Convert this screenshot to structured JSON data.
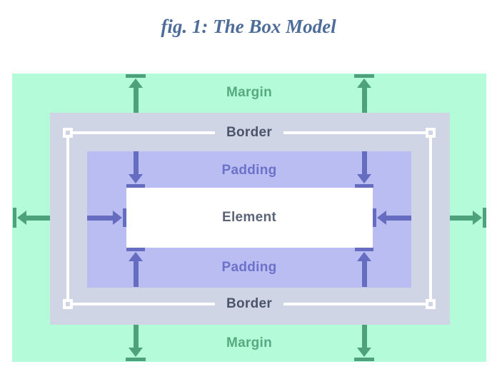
{
  "title": {
    "text": "fig. 1: The Box Model"
  },
  "layers": {
    "margin": {
      "label": "Margin"
    },
    "border": {
      "label": "Border"
    },
    "padding": {
      "label": "Padding"
    },
    "element": {
      "label": "Element"
    }
  },
  "icons": {
    "margin_arrows": "outward-arrow",
    "padding_arrows": "inward-arrow",
    "border_handles": "selection-handle"
  },
  "colors": {
    "title-color": "#4e6c99",
    "margin-bg": "#b4fcd9",
    "margin-label": "#56aa7f",
    "green-arrow": "#4da17b",
    "border-bg": "#cfd5e4",
    "border-label": "#4b5468",
    "padding-bg": "#b9bdf1",
    "padding-label": "#6c72c9",
    "purple-arrow": "#666cc0",
    "element-bg": "#ffffff",
    "element-label": "#5b6476",
    "handle": "#ffffff"
  }
}
